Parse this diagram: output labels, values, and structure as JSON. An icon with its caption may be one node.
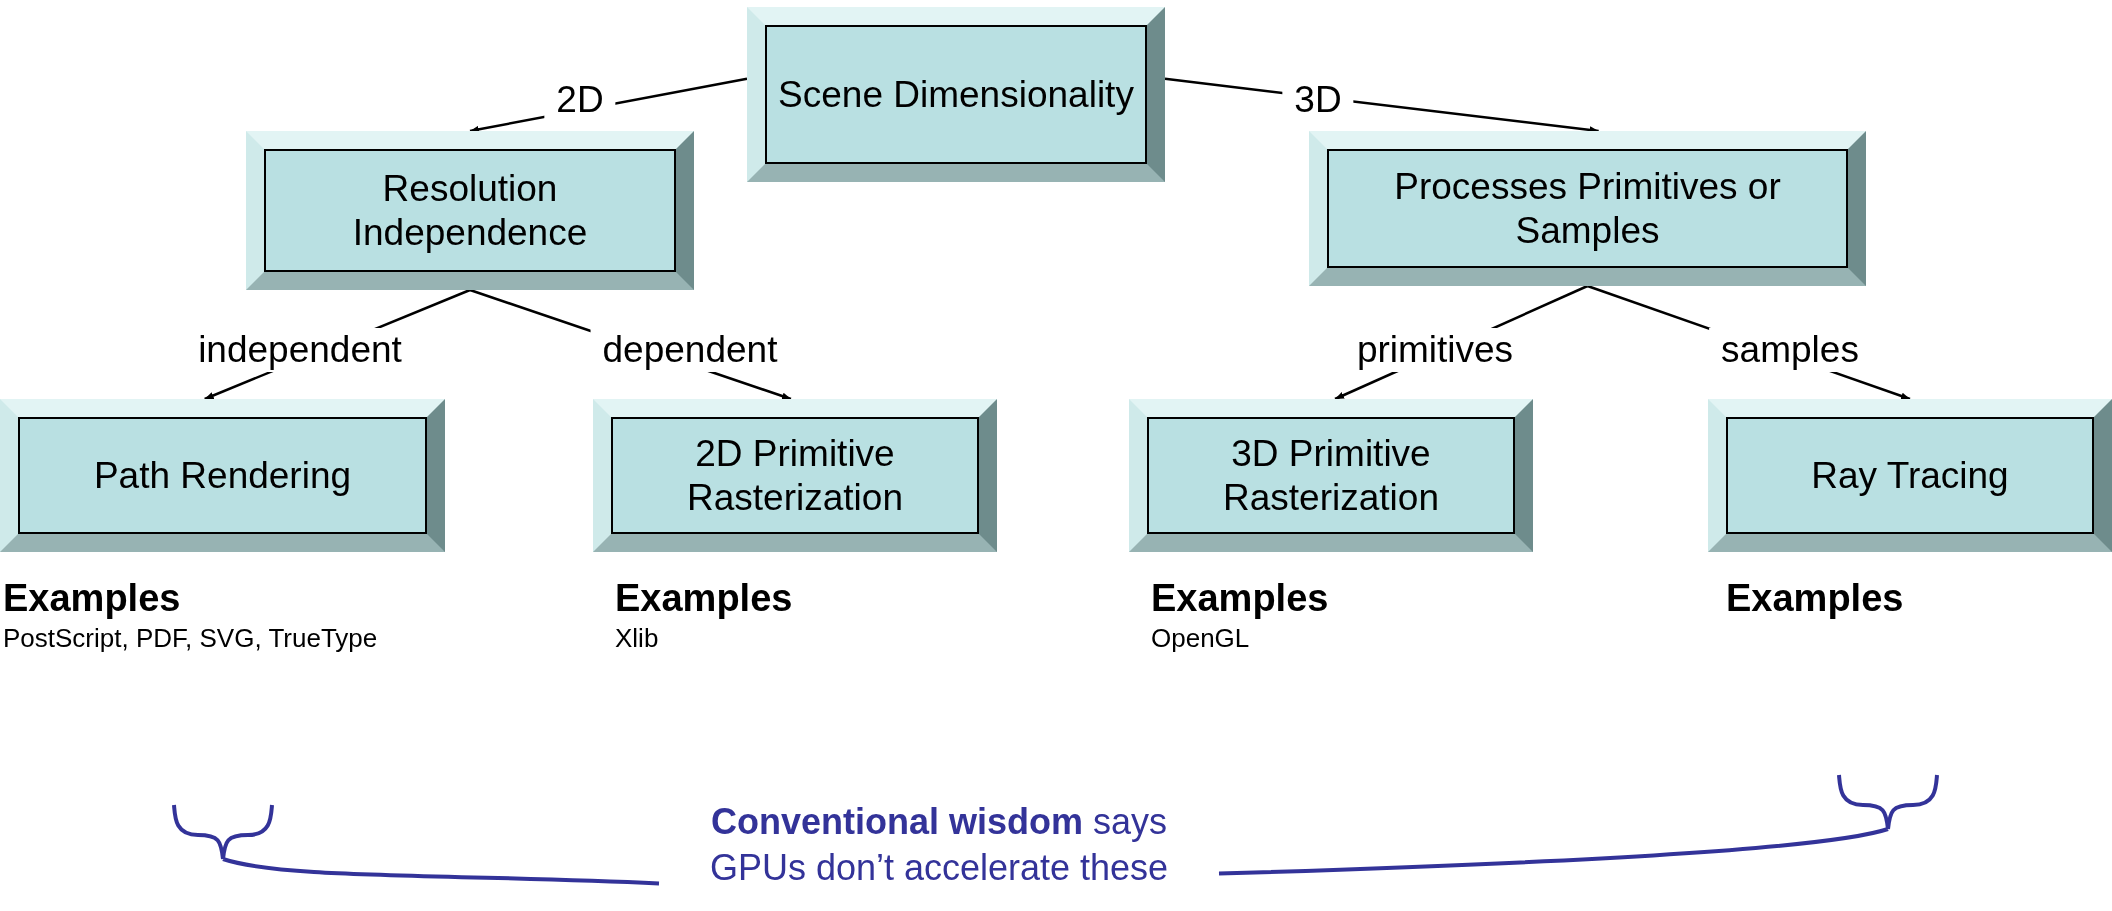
{
  "diagram": {
    "nodes": [
      {
        "text": [
          "Scene Dimensionality"
        ]
      },
      {
        "text": [
          "Resolution Independence"
        ]
      },
      {
        "text": [
          "Processes Primitives or Samples"
        ]
      },
      {
        "text": [
          "Path Rendering"
        ]
      },
      {
        "text": [
          "2D Primitive Rasterization"
        ]
      },
      {
        "text": [
          "3D Primitive Rasterization"
        ]
      },
      {
        "text": [
          "Ray Tracing"
        ]
      },
      {
        "text": [
          "Examples",
          "PostScript, PDF, SVG, TrueType"
        ]
      },
      {
        "text": [
          "Examples",
          "Xlib"
        ]
      },
      {
        "text": [
          "Examples",
          "OpenGL"
        ]
      },
      {
        "text": [
          "Examples"
        ]
      },
      {
        "text": [
          "**Conventional wisdom** says GPUs don’t accelerate these"
        ]
      }
    ],
    "edges": [
      {
        "from": 0,
        "to": 1,
        "arrow": "to",
        "label": "2D"
      },
      {
        "from": 0,
        "to": 2,
        "arrow": "to",
        "label": "3D"
      },
      {
        "from": 1,
        "to": 3,
        "arrow": "to",
        "label": "independent"
      },
      {
        "from": 1,
        "to": 4,
        "arrow": "to",
        "label": "dependent"
      },
      {
        "from": 2,
        "to": 5,
        "arrow": "to",
        "label": "primitives"
      },
      {
        "from": 2,
        "to": 6,
        "arrow": "to",
        "label": "samples"
      },
      {
        "from": 11,
        "to": 7,
        "arrow": "none",
        "color": "#333399"
      },
      {
        "from": 11,
        "to": 10,
        "arrow": "none",
        "color": "#333399"
      }
    ]
  }
}
